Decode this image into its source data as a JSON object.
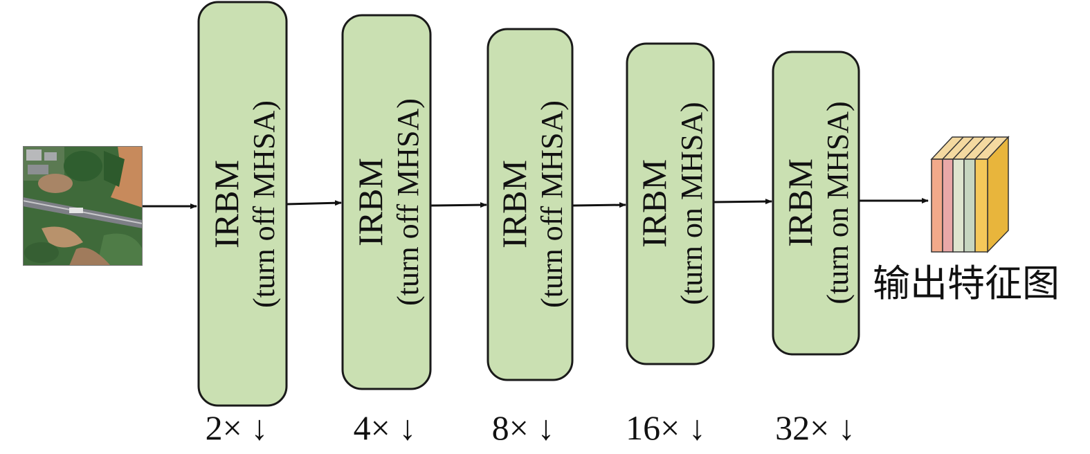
{
  "blocks": [
    {
      "title": "IRBM",
      "subtitle": "(turn off MHSA)",
      "scale": "2× ↓"
    },
    {
      "title": "IRBM",
      "subtitle": "(turn off MHSA)",
      "scale": "4× ↓"
    },
    {
      "title": "IRBM",
      "subtitle": "(turn off MHSA)",
      "scale": "8× ↓"
    },
    {
      "title": "IRBM",
      "subtitle": "(turn on MHSA)",
      "scale": "16× ↓"
    },
    {
      "title": "IRBM",
      "subtitle": "(turn on MHSA)",
      "scale": "32× ↓"
    }
  ],
  "output_label": "输出特征图",
  "colors": {
    "block_fill": "#cae0b2",
    "block_stroke": "#1a1a1a",
    "arrow": "#111111",
    "feature_slices": [
      "#f2a98a",
      "#e9a8a8",
      "#dfe5cf",
      "#c7d6c0",
      "#f5c85a"
    ]
  },
  "icons": {
    "input": "aerial-image-icon",
    "output": "feature-map-stack-icon"
  }
}
